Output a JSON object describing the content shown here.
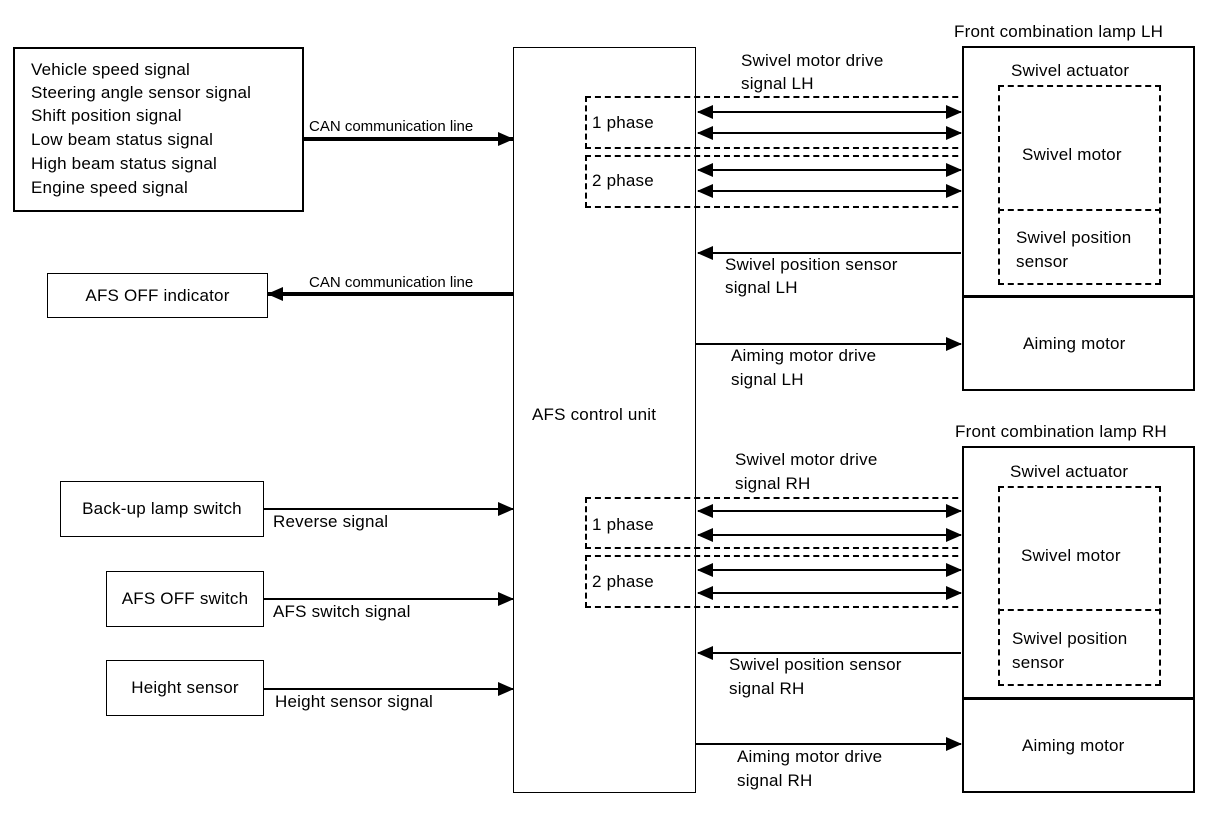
{
  "inputs_box": {
    "lines": [
      "Vehicle speed signal",
      "Steering angle sensor signal",
      "Shift position signal",
      "Low beam status signal",
      "High beam status signal",
      "Engine speed signal"
    ]
  },
  "can_line_in": "CAN communication line",
  "can_line_out": "CAN communication line",
  "afs_off_indicator": "AFS OFF indicator",
  "afs_control_unit": "AFS control unit",
  "backup_lamp_switch": "Back-up lamp switch",
  "reverse_signal": "Reverse signal",
  "afs_off_switch": "AFS OFF switch",
  "afs_switch_signal": "AFS switch signal",
  "height_sensor": "Height sensor",
  "height_sensor_signal": "Height sensor signal",
  "lamp_lh": {
    "title": "Front combination lamp LH",
    "swivel_actuator": "Swivel actuator",
    "swivel_motor": "Swivel motor",
    "swivel_position_sensor": [
      "Swivel position",
      "sensor"
    ],
    "aiming_motor": "Aiming motor",
    "swivel_drive_label": [
      "Swivel motor drive",
      "signal LH"
    ],
    "phase1": "1 phase",
    "phase2": "2 phase",
    "position_signal_label": [
      "Swivel position sensor",
      "signal LH"
    ],
    "aiming_drive_label": [
      "Aiming motor drive",
      "signal LH"
    ]
  },
  "lamp_rh": {
    "title": "Front combination lamp RH",
    "swivel_actuator": "Swivel actuator",
    "swivel_motor": "Swivel motor",
    "swivel_position_sensor": [
      "Swivel position",
      "sensor"
    ],
    "aiming_motor": "Aiming motor",
    "swivel_drive_label": [
      "Swivel motor drive",
      "signal RH"
    ],
    "phase1": "1 phase",
    "phase2": "2 phase",
    "position_signal_label": [
      "Swivel position sensor",
      "signal RH"
    ],
    "aiming_drive_label": [
      "Aiming motor drive",
      "signal RH"
    ]
  }
}
